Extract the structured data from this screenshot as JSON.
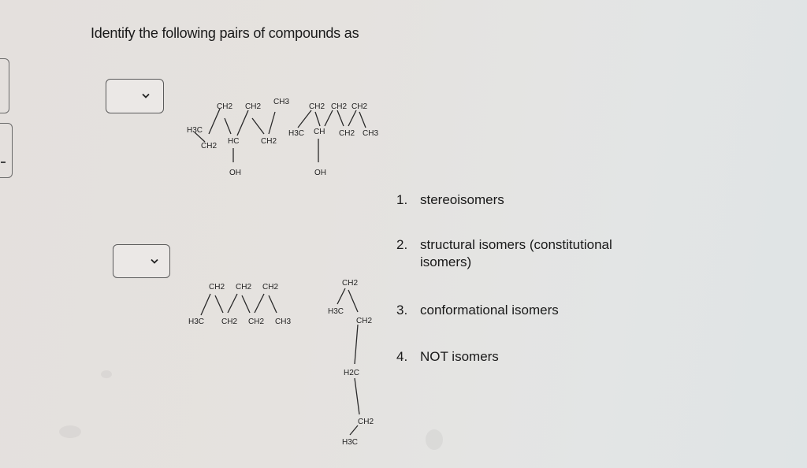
{
  "question": {
    "title": "Identify the following pairs of compounds as"
  },
  "pairs": [
    {
      "select": {
        "selected_value": "",
        "icon": "chevron-down-icon"
      },
      "compound_a": {
        "labels": [
          "H3C",
          "CH2",
          "CH2",
          "HC",
          "OH",
          "CH2",
          "CH2",
          "CH3"
        ]
      },
      "compound_b": {
        "labels": [
          "H3C",
          "CH2",
          "CH",
          "OH",
          "CH2",
          "CH2",
          "CH2",
          "CH3"
        ]
      }
    },
    {
      "select": {
        "selected_value": "",
        "icon": "chevron-down-icon"
      },
      "compound_a": {
        "labels": [
          "H3C",
          "CH2",
          "CH2",
          "CH2",
          "CH2",
          "CH2",
          "CH3"
        ]
      },
      "compound_b": {
        "labels": [
          "CH2",
          "H3C",
          "CH2",
          "H2C",
          "CH2",
          "H3C"
        ]
      }
    }
  ],
  "options": [
    {
      "number": "1.",
      "label": "stereoisomers"
    },
    {
      "number": "2.",
      "label": "structural isomers (constitutional isomers)"
    },
    {
      "number": "3.",
      "label": "conformational isomers"
    },
    {
      "number": "4.",
      "label": "NOT isomers"
    }
  ],
  "colors": {
    "text": "#1a1a1a",
    "border": "#5a5a5a",
    "background": "#e4e2df"
  }
}
